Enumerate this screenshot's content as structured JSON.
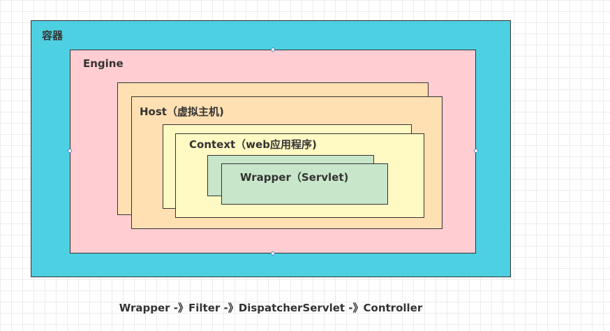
{
  "diagram": {
    "container": {
      "label": "容器",
      "color": "#4dd0e1"
    },
    "engine": {
      "label": "Engine",
      "color": "#ffcdd2"
    },
    "host": {
      "label": "Host（虚拟主机)",
      "color": "#ffe0b2"
    },
    "context": {
      "label": "Context（web应用程序)",
      "color": "#fff9c4"
    },
    "wrapper": {
      "label": "Wrapper（Servlet)",
      "color": "#c8e6c9"
    }
  },
  "caption": "Wrapper -》Filter -》DispatcherServlet -》Controller"
}
